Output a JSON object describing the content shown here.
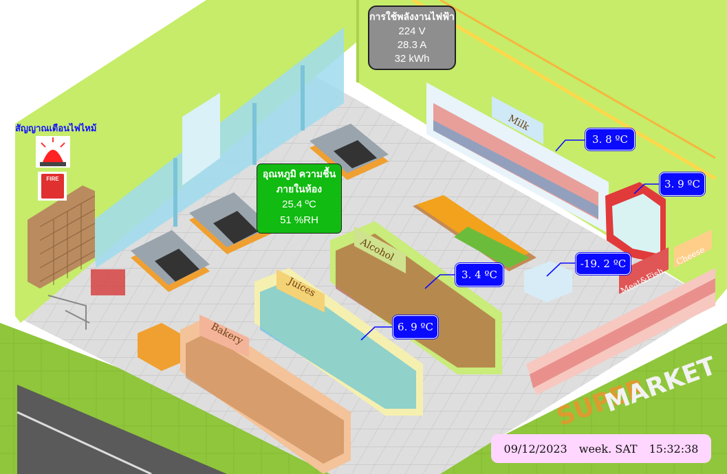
{
  "power_panel": {
    "title": "การใช้พลังงานไฟฟ้า",
    "voltage": "224 V",
    "current": "28.3 A",
    "energy": "32 kWh"
  },
  "room_panel": {
    "title_line1": "อุณหภูมิ ความชื้น",
    "title_line2": "ภายในห้อง",
    "temperature": "25.4 ºC",
    "humidity": "51 %RH"
  },
  "fire_alarm": {
    "title": "สัญญาณเตือนไฟไหม้",
    "button_label": "FIRE"
  },
  "fridge_readings": [
    {
      "id": "milk",
      "value": "3. 8 ºC"
    },
    {
      "id": "drinks",
      "value": "3. 9 ºC"
    },
    {
      "id": "alcohol",
      "value": "3. 4 ºC"
    },
    {
      "id": "freezer",
      "value": "-19. 2 ºC"
    },
    {
      "id": "juices",
      "value": "6. 9 ºC"
    }
  ],
  "shelf_signs": {
    "milk": "Milk",
    "alcohol": "Alcohol",
    "juices": "Juices",
    "bakery": "Bakery",
    "meat_fish": "Meat&Fish",
    "cheese": "Cheese",
    "floor_logo": "MARKET",
    "floor_logo_prefix": "SUPER"
  },
  "clock": {
    "date": "09/12/2023",
    "weekday": "week. SAT",
    "time": "15:32:38"
  },
  "colors": {
    "wall_green": "#c6ec6a",
    "floor_tile": "#d8d8d8",
    "temp_box_blue": "#0a0aff",
    "room_box_green": "#11bb11",
    "power_box_gray": "#8e8e8e",
    "clock_pink": "#ffd6ff"
  }
}
